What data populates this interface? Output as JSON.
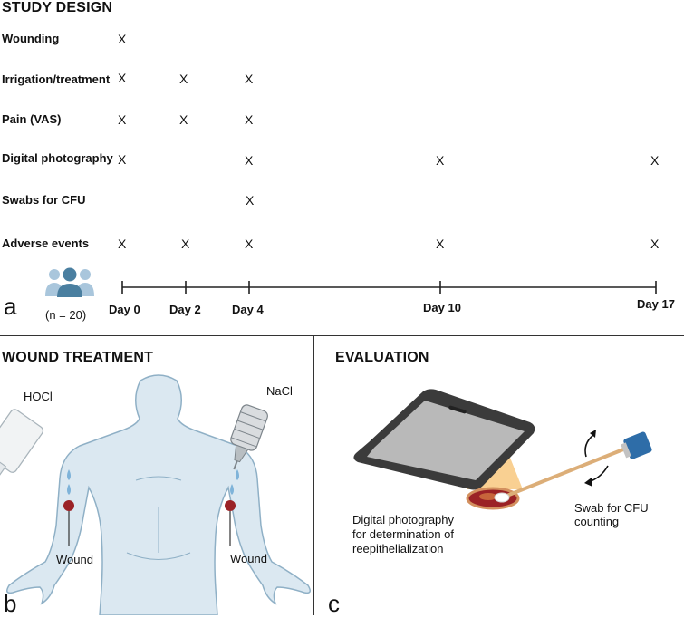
{
  "study": {
    "title": "STUDY DESIGN",
    "rows": [
      {
        "label": "Wounding",
        "marks": [
          "X",
          "",
          "",
          "",
          ""
        ]
      },
      {
        "label": "Irrigation/treatment",
        "marks": [
          "X",
          "X",
          "X",
          "",
          ""
        ]
      },
      {
        "label": "Pain (VAS)",
        "marks": [
          "X",
          "X",
          "X",
          "",
          ""
        ]
      },
      {
        "label": "Digital photography",
        "marks": [
          "X",
          "",
          "X",
          "X",
          "X"
        ]
      },
      {
        "label": "Swabs for CFU",
        "marks": [
          "",
          "",
          "X",
          "",
          ""
        ]
      },
      {
        "label": "Adverse events",
        "marks": [
          "X",
          "X",
          "X",
          "X",
          "X"
        ]
      }
    ],
    "days": [
      "Day 0",
      "Day 2",
      "Day 4",
      "Day 10",
      "Day 17"
    ],
    "participants": "(n = 20)",
    "panel_letter": "a"
  },
  "wound_treatment": {
    "title": "WOUND TREATMENT",
    "left_solution": "HOCl",
    "right_solution": "NaCl",
    "left_wound": "Wound",
    "right_wound": "Wound",
    "panel_letter": "b"
  },
  "evaluation": {
    "title": "EVALUATION",
    "photo_caption": [
      "Digital photography",
      "for determination of",
      "reepithelialization"
    ],
    "swab_caption": [
      "Swab for CFU",
      "counting"
    ],
    "panel_letter": "c"
  },
  "colors": {
    "people_dark": "#4a7fa0",
    "people_light": "#a9c6dc",
    "body_fill": "#dbe8f1",
    "body_stroke": "#8fb0c6",
    "drop": "#7fb3d9",
    "wound": "#9b2226",
    "phone_frame": "#3b3b3b",
    "phone_screen": "#b9b9b9",
    "swab_cap": "#2e6da8",
    "light_beam": "#f5b14a"
  }
}
